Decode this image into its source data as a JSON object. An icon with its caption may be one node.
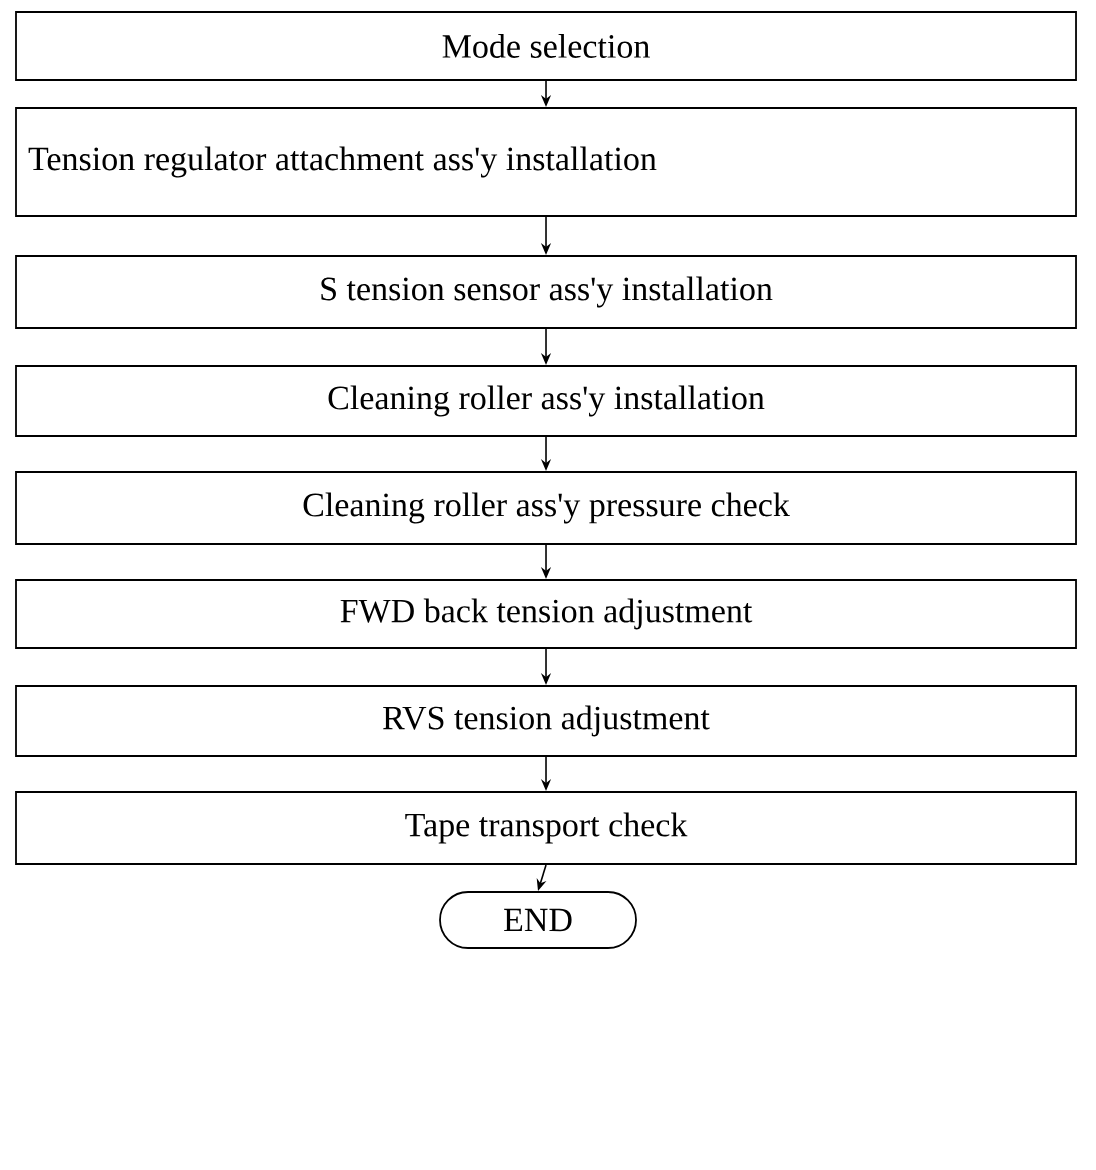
{
  "diagram": {
    "nodes": [
      {
        "text": [
          "Mode selection"
        ]
      },
      {
        "text": [
          "Tension regulator attachment ass'y installation"
        ]
      },
      {
        "text": [
          "S tension sensor ass'y installation"
        ]
      },
      {
        "text": [
          "Cleaning roller ass'y installation"
        ]
      },
      {
        "text": [
          "Cleaning roller ass'y pressure check"
        ]
      },
      {
        "text": [
          "FWD back tension adjustment"
        ]
      },
      {
        "text": [
          "RVS tension adjustment"
        ]
      },
      {
        "text": [
          "Tape transport check"
        ]
      },
      {
        "text": [
          "END"
        ]
      }
    ],
    "edges": [
      {
        "from": 0,
        "to": 1,
        "arrow": "to"
      },
      {
        "from": 1,
        "to": 2,
        "arrow": "to"
      },
      {
        "from": 2,
        "to": 3,
        "arrow": "to"
      },
      {
        "from": 3,
        "to": 4,
        "arrow": "to"
      },
      {
        "from": 4,
        "to": 5,
        "arrow": "to"
      },
      {
        "from": 5,
        "to": 6,
        "arrow": "to"
      },
      {
        "from": 6,
        "to": 7,
        "arrow": "to"
      },
      {
        "from": 7,
        "to": 8,
        "arrow": "to"
      }
    ]
  }
}
